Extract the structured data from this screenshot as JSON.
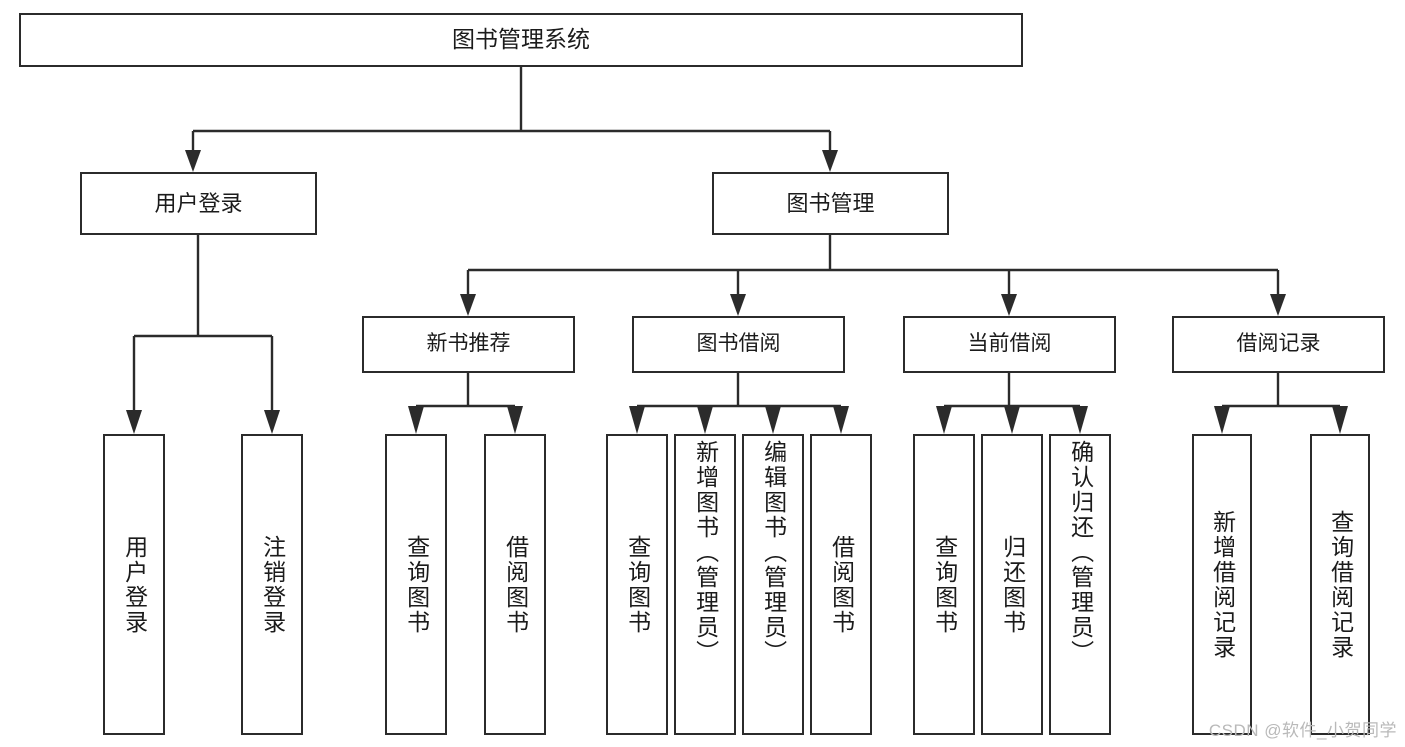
{
  "diagram": {
    "title": "图书管理系统",
    "type": "tree-hierarchy-functional-structure",
    "root": {
      "label": "图书管理系统"
    },
    "level2": [
      {
        "label": "用户登录"
      },
      {
        "label": "图书管理"
      }
    ],
    "level3": [
      {
        "label": "新书推荐"
      },
      {
        "label": "图书借阅"
      },
      {
        "label": "当前借阅"
      },
      {
        "label": "借阅记录"
      }
    ],
    "leaves": {
      "user_login": [
        {
          "label": "用户登录"
        },
        {
          "label": "注销登录"
        }
      ],
      "new_book_recommend": [
        {
          "label": "查询图书"
        },
        {
          "label": "借阅图书"
        }
      ],
      "book_borrow": [
        {
          "label": "查询图书"
        },
        {
          "label": "新增图书（管理员）"
        },
        {
          "label": "编辑图书（管理员）"
        },
        {
          "label": "借阅图书"
        }
      ],
      "current_borrow": [
        {
          "label": "查询图书"
        },
        {
          "label": "归还图书"
        },
        {
          "label": "确认归还（管理员）"
        }
      ],
      "borrow_record": [
        {
          "label": "新增借阅记录"
        },
        {
          "label": "查询借阅记录"
        }
      ]
    },
    "watermark": "CSDN @软件_小贺同学",
    "colors": {
      "stroke": "#2b2b2b",
      "fill": "#ffffff",
      "text": "#1b1b1b",
      "watermark": "#b9b9b9"
    }
  }
}
